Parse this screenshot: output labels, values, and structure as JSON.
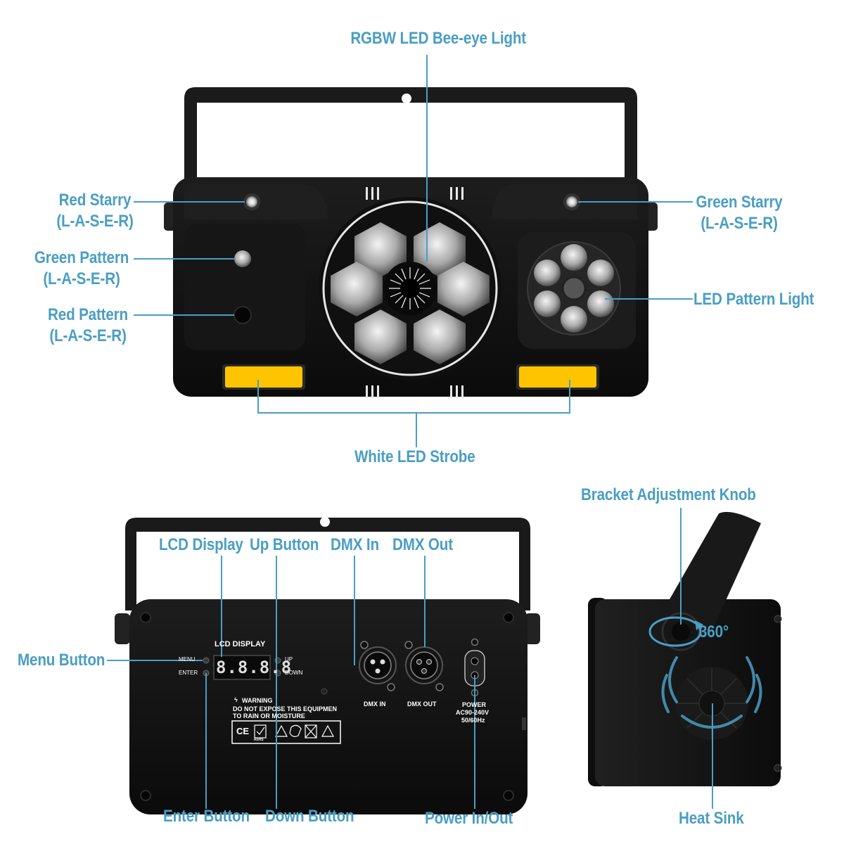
{
  "labels": {
    "rgbw_bee_eye": "RGBW LED Bee-eye Light",
    "red_starry": "Red Starry",
    "red_starry_sub": "(L-A-S-E-R)",
    "green_pattern": "Green Pattern",
    "green_pattern_sub": "(L-A-S-E-R)",
    "red_pattern": "Red Pattern",
    "red_pattern_sub": "(L-A-S-E-R)",
    "green_starry": "Green Starry",
    "green_starry_sub": "(L-A-S-E-R)",
    "led_pattern": "LED Pattern Light",
    "white_strobe": "White LED Strobe",
    "bracket_knob": "Bracket Adjustment Knob",
    "lcd_display": "LCD Display",
    "up_button": "Up Button",
    "dmx_in": "DMX In",
    "dmx_out": "DMX Out",
    "menu_button": "Menu Button",
    "enter_button": "Enter Button",
    "down_button": "Down Button",
    "power_inout": "Power In/Out",
    "heat_sink": "Heat Sink",
    "rotation": "360°"
  },
  "rear_panel": {
    "lcd_title": "LCD DISPLAY",
    "menu": "MENU",
    "enter": "ENTER",
    "up": "UP",
    "down": "DOWN",
    "display_value": "8.8.8.8",
    "warning_title": "WARNING",
    "warning_line1": "DO NOT EXPOSE THIS EQUIPMEN",
    "warning_line2": "TO RAIN OR MOISTURE",
    "dmx_in": "DMX IN",
    "dmx_out": "DMX OUT",
    "power": "POWER",
    "power_spec1": "AC90-240V",
    "power_spec2": "50/60Hz",
    "cert_ce": "CE",
    "cert_rohs": "RoHS"
  },
  "colors": {
    "label": "#4a9ec4",
    "body": "#111111",
    "strobe": "#ffc400"
  }
}
